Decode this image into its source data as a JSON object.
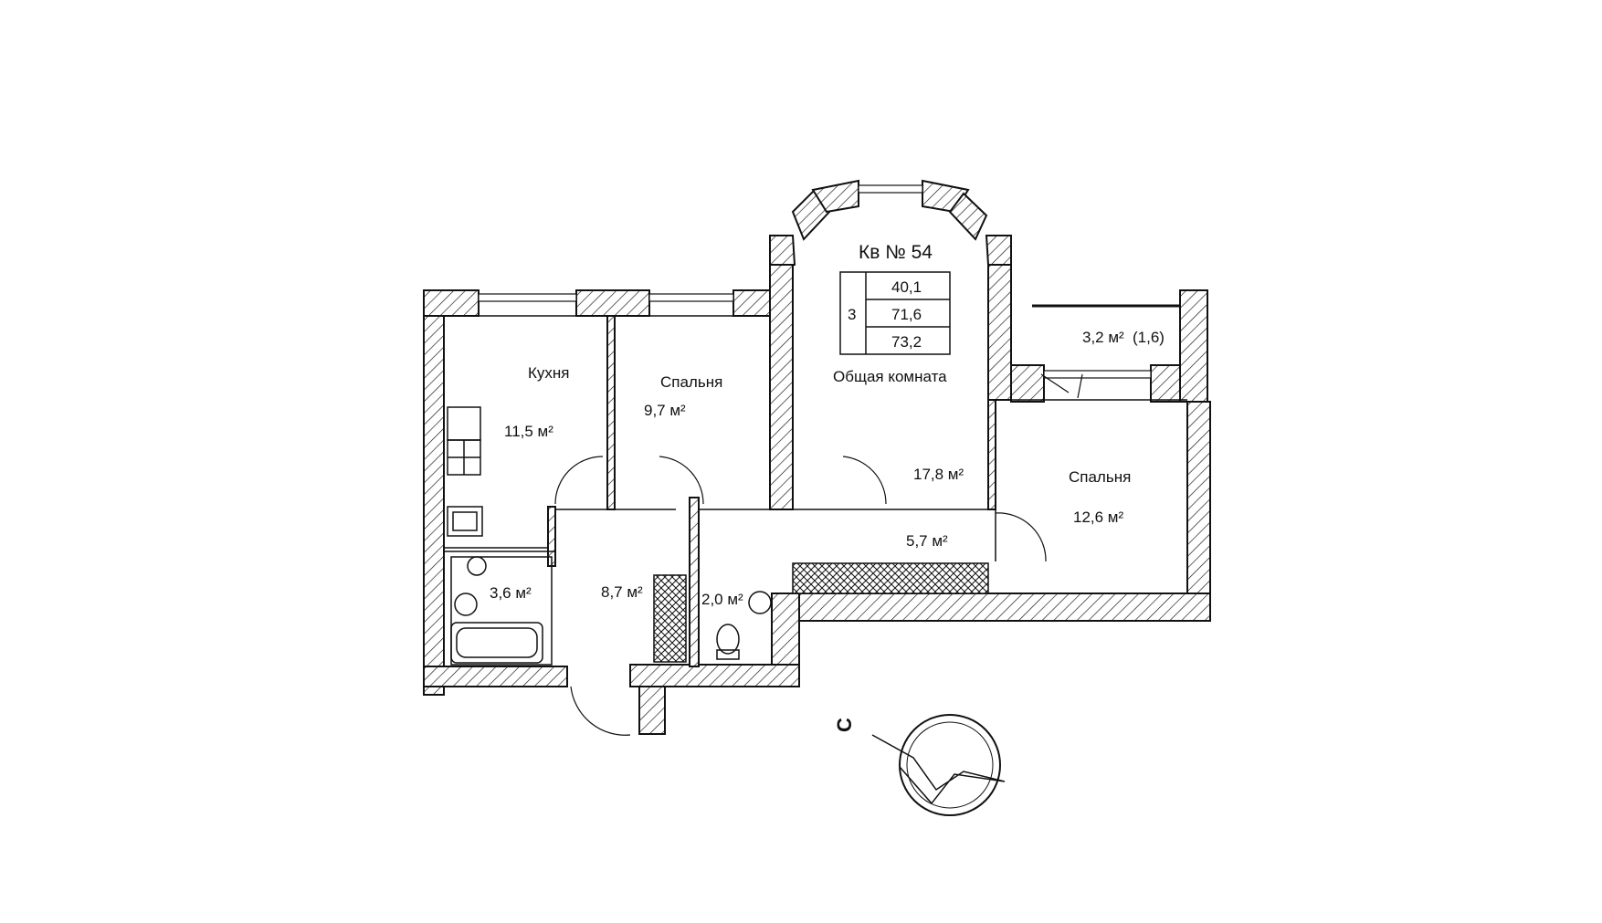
{
  "apartment": {
    "title": "Кв № 54",
    "rooms_count": "3",
    "areas": [
      "40,1",
      "71,6",
      "73,2"
    ]
  },
  "rooms": {
    "kitchen": {
      "name": "Кухня",
      "area": "11,5 м²"
    },
    "bedroom_small": {
      "name": "Спальня",
      "area": "9,7 м²"
    },
    "living": {
      "name": "Общая комната",
      "area": "17,8 м²"
    },
    "bedroom_large": {
      "name": "Спальня",
      "area": "12,6 м²"
    },
    "corridor": {
      "area": "5,7 м²"
    },
    "hall": {
      "area": "8,7 м²"
    },
    "bathroom": {
      "area": "3,6 м²"
    },
    "wc": {
      "area": "2,0 м²"
    },
    "balcony": {
      "area": "3,2 м²",
      "reduced": "(1,6)"
    }
  },
  "compass": {
    "label": "С"
  }
}
